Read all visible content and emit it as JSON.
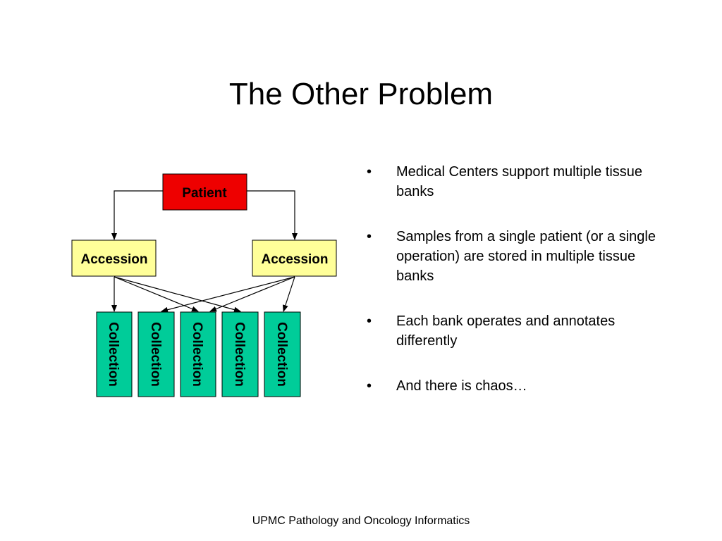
{
  "slide": {
    "title": "The Other Problem",
    "footer": "UPMC Pathology and Oncology Informatics"
  },
  "diagram": {
    "patient": {
      "label": "Patient",
      "fill": "#ee0000"
    },
    "accessions": [
      {
        "label": "Accession",
        "fill": "#ffff99"
      },
      {
        "label": "Accession",
        "fill": "#ffff99"
      }
    ],
    "collections": [
      {
        "label": "Collection",
        "fill": "#00cc99"
      },
      {
        "label": "Collection",
        "fill": "#00cc99"
      },
      {
        "label": "Collection",
        "fill": "#00cc99"
      },
      {
        "label": "Collection",
        "fill": "#00cc99"
      },
      {
        "label": "Collection",
        "fill": "#00cc99"
      }
    ]
  },
  "bullets": [
    {
      "marker": "•",
      "text": "Medical Centers support multiple tissue banks"
    },
    {
      "marker": "•",
      "text": "Samples from a single patient (or a single operation) are stored in multiple tissue banks"
    },
    {
      "marker": "•",
      "text": "Each bank operates and annotates differently"
    },
    {
      "marker": "•",
      "text": "And there is chaos…"
    }
  ]
}
